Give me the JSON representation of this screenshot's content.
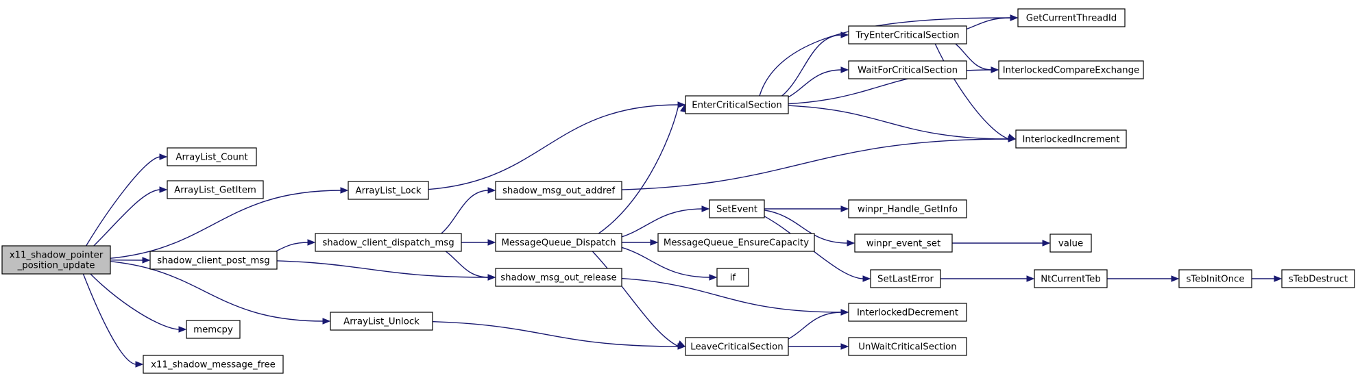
{
  "graph": {
    "nodes": [
      {
        "id": "root",
        "lines": [
          "x11_shadow_pointer",
          "_position_update"
        ],
        "root": true
      },
      {
        "id": "al_count",
        "lines": [
          "ArrayList_Count"
        ]
      },
      {
        "id": "al_getitem",
        "lines": [
          "ArrayList_GetItem"
        ]
      },
      {
        "id": "al_lock",
        "lines": [
          "ArrayList_Lock"
        ]
      },
      {
        "id": "scpm",
        "lines": [
          "shadow_client_post_msg"
        ]
      },
      {
        "id": "memcpy",
        "lines": [
          "memcpy"
        ]
      },
      {
        "id": "x11mf",
        "lines": [
          "x11_shadow_message_free"
        ]
      },
      {
        "id": "al_unlock",
        "lines": [
          "ArrayList_Unlock"
        ]
      },
      {
        "id": "scdm",
        "lines": [
          "shadow_client_dispatch_msg"
        ]
      },
      {
        "id": "smoa",
        "lines": [
          "shadow_msg_out_addref"
        ]
      },
      {
        "id": "mqd",
        "lines": [
          "MessageQueue_Dispatch"
        ]
      },
      {
        "id": "smor",
        "lines": [
          "shadow_msg_out_release"
        ]
      },
      {
        "id": "ecs",
        "lines": [
          "EnterCriticalSection"
        ]
      },
      {
        "id": "setevent",
        "lines": [
          "SetEvent"
        ]
      },
      {
        "id": "mqec",
        "lines": [
          "MessageQueue_EnsureCapacity"
        ]
      },
      {
        "id": "if",
        "lines": [
          "if"
        ]
      },
      {
        "id": "lcs",
        "lines": [
          "LeaveCriticalSection"
        ]
      },
      {
        "id": "tecs",
        "lines": [
          "TryEnterCriticalSection"
        ]
      },
      {
        "id": "wfcs",
        "lines": [
          "WaitForCriticalSection"
        ]
      },
      {
        "id": "whgi",
        "lines": [
          "winpr_Handle_GetInfo"
        ]
      },
      {
        "id": "wes",
        "lines": [
          "winpr_event_set"
        ]
      },
      {
        "id": "sle",
        "lines": [
          "SetLastError"
        ]
      },
      {
        "id": "idec",
        "lines": [
          "InterlockedDecrement"
        ]
      },
      {
        "id": "uwcs",
        "lines": [
          "UnWaitCriticalSection"
        ]
      },
      {
        "id": "gcti",
        "lines": [
          "GetCurrentThreadId"
        ]
      },
      {
        "id": "ice",
        "lines": [
          "InterlockedCompareExchange"
        ]
      },
      {
        "id": "iinc",
        "lines": [
          "InterlockedIncrement"
        ]
      },
      {
        "id": "value",
        "lines": [
          "value"
        ]
      },
      {
        "id": "ntct",
        "lines": [
          "NtCurrentTeb"
        ]
      },
      {
        "id": "stio",
        "lines": [
          "sTebInitOnce"
        ]
      },
      {
        "id": "stdes",
        "lines": [
          "sTebDestruct"
        ]
      }
    ],
    "edges": [
      {
        "from": "root",
        "to": "al_count"
      },
      {
        "from": "root",
        "to": "al_getitem"
      },
      {
        "from": "root",
        "to": "al_lock"
      },
      {
        "from": "root",
        "to": "scpm"
      },
      {
        "from": "root",
        "to": "memcpy"
      },
      {
        "from": "root",
        "to": "x11mf"
      },
      {
        "from": "root",
        "to": "al_unlock"
      },
      {
        "from": "al_lock",
        "to": "ecs"
      },
      {
        "from": "scpm",
        "to": "scdm"
      },
      {
        "from": "scpm",
        "to": "smor"
      },
      {
        "from": "al_unlock",
        "to": "lcs"
      },
      {
        "from": "scdm",
        "to": "smoa"
      },
      {
        "from": "scdm",
        "to": "mqd"
      },
      {
        "from": "scdm",
        "to": "smor"
      },
      {
        "from": "smoa",
        "to": "iinc"
      },
      {
        "from": "mqd",
        "to": "ecs"
      },
      {
        "from": "mqd",
        "to": "setevent"
      },
      {
        "from": "mqd",
        "to": "mqec"
      },
      {
        "from": "mqd",
        "to": "if"
      },
      {
        "from": "mqd",
        "to": "lcs"
      },
      {
        "from": "smor",
        "to": "idec"
      },
      {
        "from": "ecs",
        "to": "gcti"
      },
      {
        "from": "ecs",
        "to": "tecs"
      },
      {
        "from": "ecs",
        "to": "wfcs"
      },
      {
        "from": "ecs",
        "to": "ice"
      },
      {
        "from": "ecs",
        "to": "iinc"
      },
      {
        "from": "tecs",
        "to": "gcti"
      },
      {
        "from": "tecs",
        "to": "ice"
      },
      {
        "from": "tecs",
        "to": "iinc"
      },
      {
        "from": "setevent",
        "to": "whgi"
      },
      {
        "from": "setevent",
        "to": "wes"
      },
      {
        "from": "setevent",
        "to": "sle"
      },
      {
        "from": "wes",
        "to": "value"
      },
      {
        "from": "sle",
        "to": "ntct"
      },
      {
        "from": "ntct",
        "to": "stio"
      },
      {
        "from": "stio",
        "to": "stdes"
      },
      {
        "from": "lcs",
        "to": "idec"
      },
      {
        "from": "lcs",
        "to": "uwcs"
      }
    ]
  }
}
